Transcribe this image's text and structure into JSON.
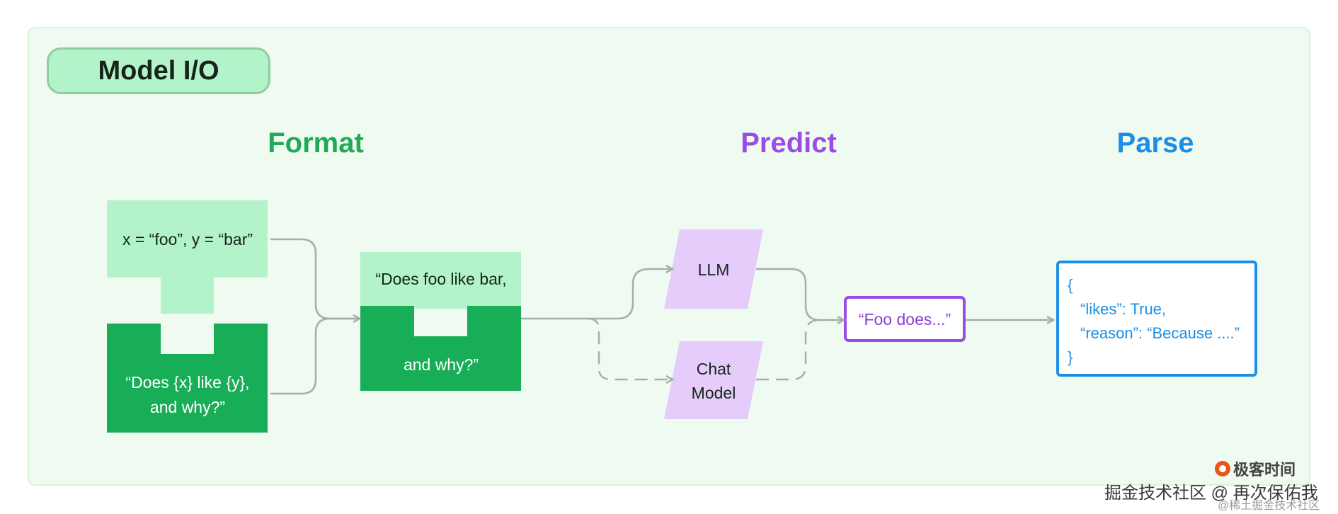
{
  "title": "Model I/O",
  "sections": {
    "format": "Format",
    "predict": "Predict",
    "parse": "Parse"
  },
  "format": {
    "variables": "x = “foo”, y = “bar”",
    "template_line1": "“Does {x} like {y},",
    "template_line2": "and why?”",
    "prompt_line1": "“Does foo like bar,",
    "prompt_line2": "and why?”"
  },
  "predict": {
    "llm": "LLM",
    "chat_line1": "Chat",
    "chat_line2": "Model",
    "output": "“Foo does...”"
  },
  "parse": {
    "line1": "{",
    "line2": "“likes”: True,",
    "line3": "“reason”: “Because ....”",
    "line4": "}"
  },
  "watermark": {
    "brand": "极客时间",
    "main": "掘金技术社区 @ 再次保佑我",
    "small": "@稀土掘金技术社区"
  },
  "colors": {
    "panel_bg": "#effbf1",
    "light_green": "#b3f3c9",
    "dark_green": "#18ad57",
    "purple_fill": "#e5ccfb",
    "purple": "#9b4be6",
    "blue": "#1b8ee6",
    "arrow_gray": "#a9aca9"
  }
}
